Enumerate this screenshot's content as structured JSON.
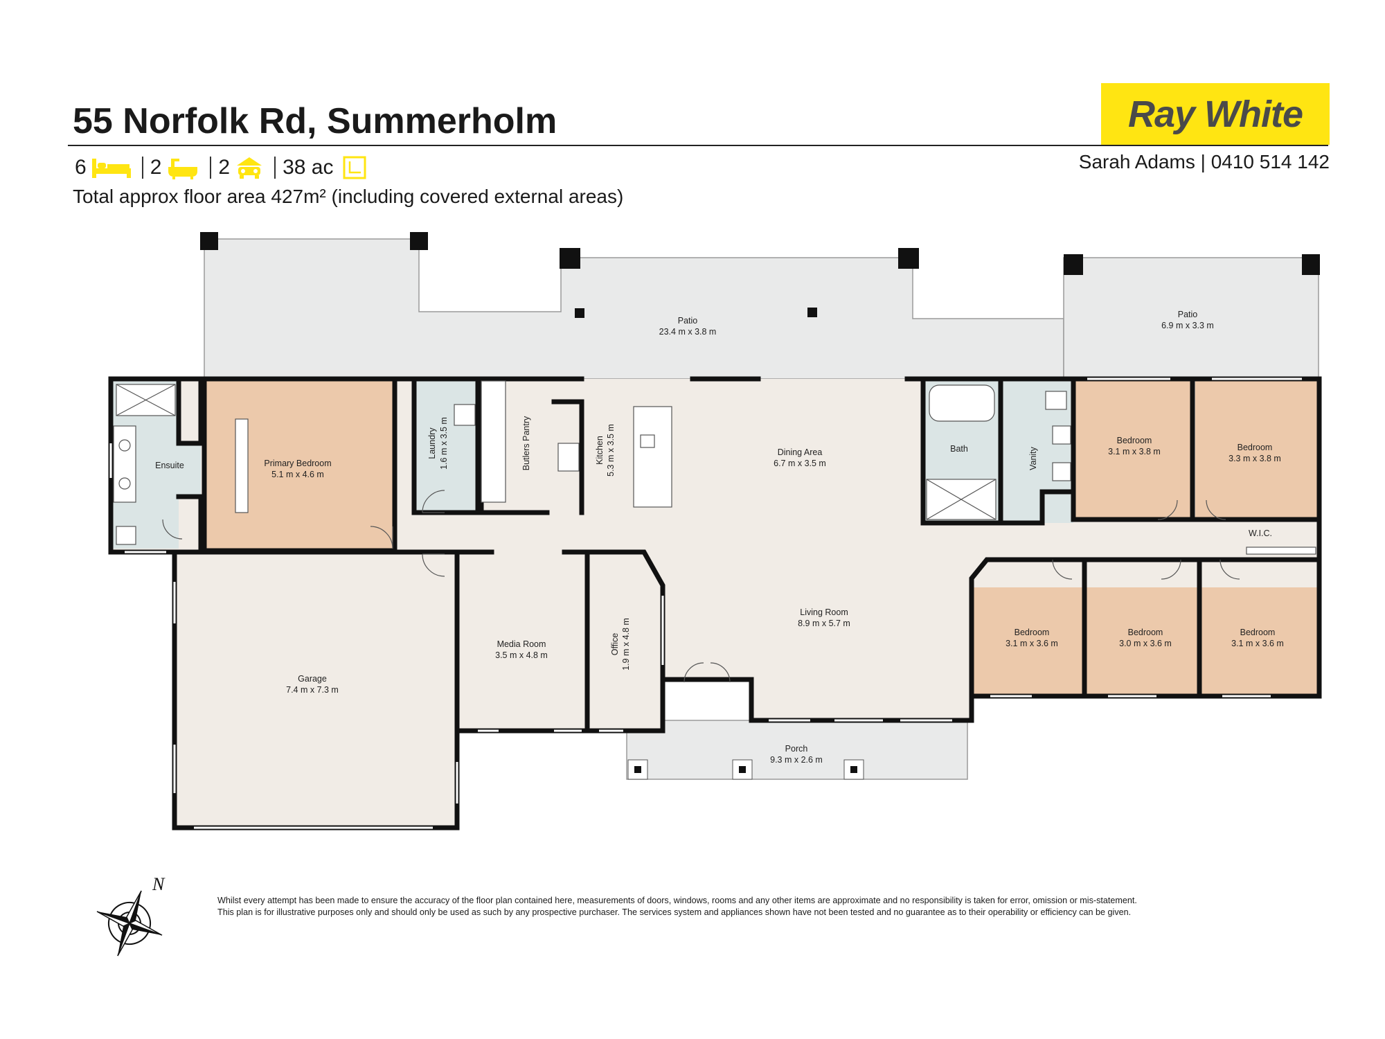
{
  "listing": {
    "address": "55 Norfolk Rd, Summerholm",
    "bedrooms": "6",
    "bathrooms": "2",
    "car_spaces": "2",
    "land": "38 ac",
    "floor_area_note": "Total approx floor area 427m² (including covered external areas)"
  },
  "brand": {
    "logo_text": "Ray White",
    "agent": "Sarah Adams | 0410 514 142",
    "accent_color": "#ffe512"
  },
  "icons": [
    "bed-icon",
    "bath-icon",
    "car-icon",
    "land-icon",
    "compass-icon"
  ],
  "colors": {
    "bedroom_fill": "#ecc9ab",
    "living_fill": "#f1ece6",
    "wet_fill": "#dbe5e5",
    "outdoor_fill": "#e9eaea",
    "wall": "#111111"
  },
  "rooms": {
    "patio_main": {
      "name": "Patio",
      "dims": "23.4 m x 3.8 m"
    },
    "patio_east": {
      "name": "Patio",
      "dims": "6.9 m x 3.3 m"
    },
    "ensuite": {
      "name": "Ensuite"
    },
    "primary_bedroom": {
      "name": "Primary Bedroom",
      "dims": "5.1 m x 4.6 m"
    },
    "laundry": {
      "name": "Laundry",
      "dims": "1.6 m x 3.5 m"
    },
    "butlers_pantry": {
      "name": "Butlers Pantry"
    },
    "kitchen": {
      "name": "Kitchen",
      "dims": "5.3 m x 3.5 m"
    },
    "dining": {
      "name": "Dining Area",
      "dims": "6.7 m x 3.5 m"
    },
    "bath": {
      "name": "Bath"
    },
    "vanity": {
      "name": "Vanity"
    },
    "bedroom_ne1": {
      "name": "Bedroom",
      "dims": "3.1 m x 3.8 m"
    },
    "bedroom_ne2": {
      "name": "Bedroom",
      "dims": "3.3 m x 3.8 m"
    },
    "wic": {
      "name": "W.I.C."
    },
    "garage": {
      "name": "Garage",
      "dims": "7.4 m x 7.3 m"
    },
    "media": {
      "name": "Media Room",
      "dims": "3.5 m x 4.8 m"
    },
    "office": {
      "name": "Office",
      "dims": "1.9 m x 4.8 m"
    },
    "living": {
      "name": "Living Room",
      "dims": "8.9 m x 5.7 m"
    },
    "bedroom_s1": {
      "name": "Bedroom",
      "dims": "3.1 m x 3.6 m"
    },
    "bedroom_s2": {
      "name": "Bedroom",
      "dims": "3.0 m x 3.6 m"
    },
    "bedroom_s3": {
      "name": "Bedroom",
      "dims": "3.1 m x 3.6 m"
    },
    "porch": {
      "name": "Porch",
      "dims": "9.3 m x 2.6 m"
    }
  },
  "compass": {
    "north_label": "N"
  },
  "disclaimer": {
    "line1": "Whilst every attempt has been made to ensure the accuracy of the floor plan contained here, measurements of doors, windows, rooms and any other items are approximate and no responsibility is taken for error, omission or mis-statement.",
    "line2": "This plan is for illustrative purposes only and should only be used as such by any prospective purchaser. The services system and appliances shown have not been tested and no guarantee as to their operability or efficiency can be given."
  }
}
